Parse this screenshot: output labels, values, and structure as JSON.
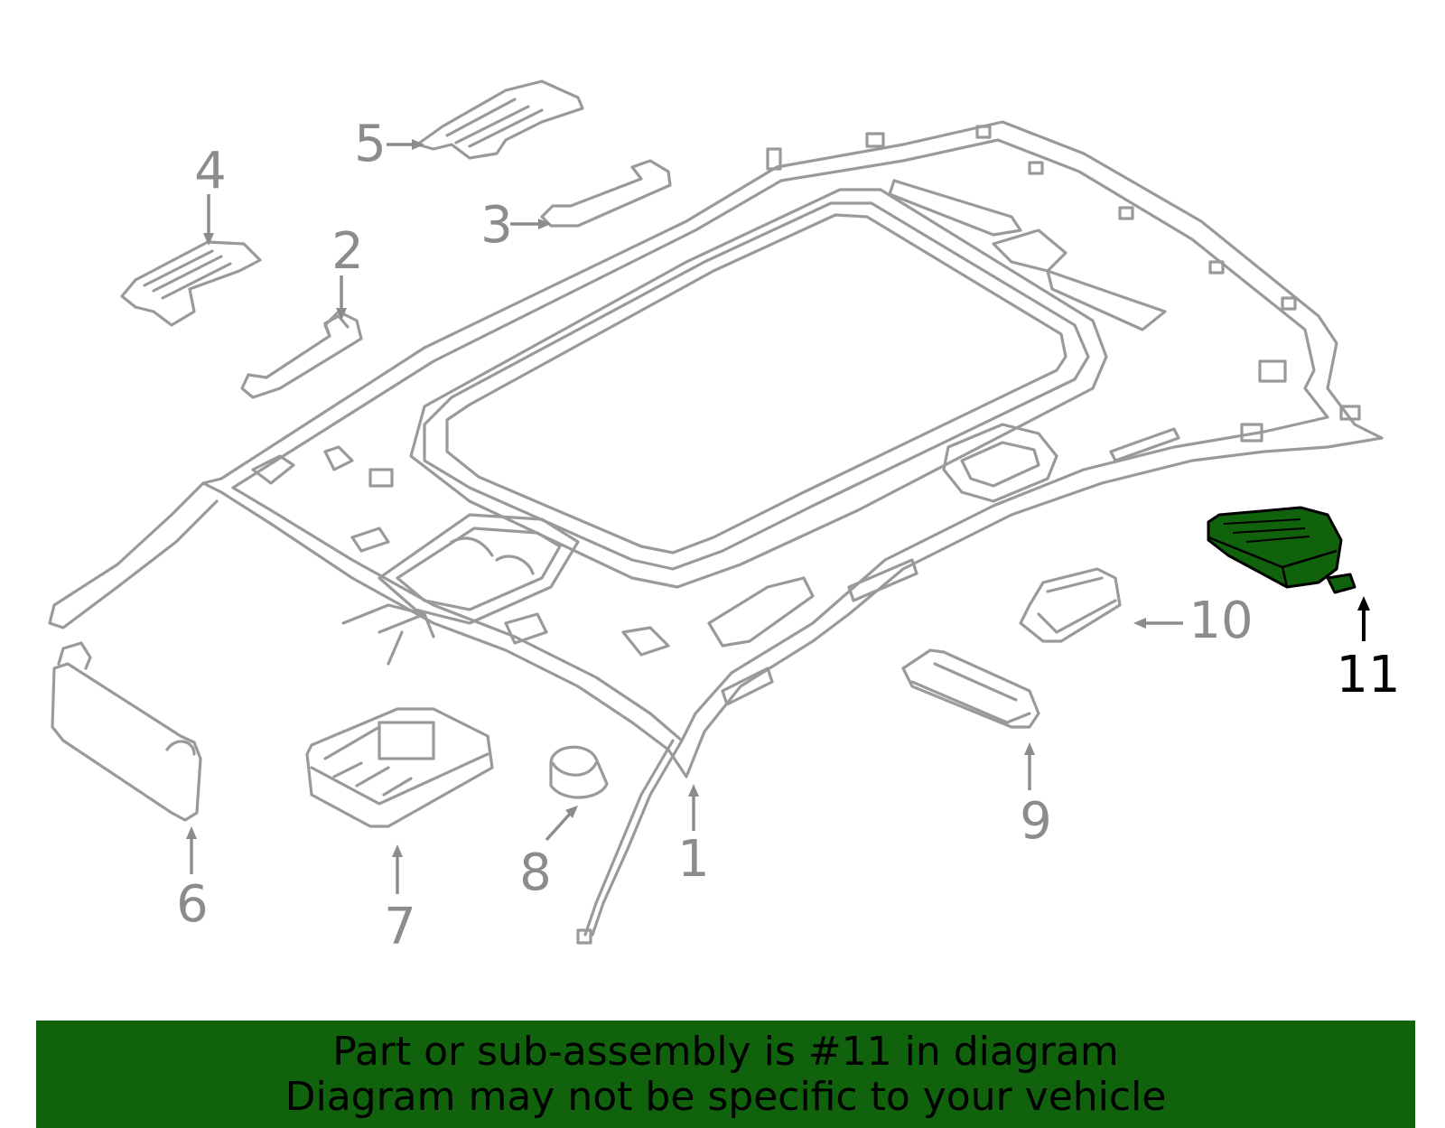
{
  "callouts": [
    {
      "id": "1",
      "label": "1"
    },
    {
      "id": "2",
      "label": "2"
    },
    {
      "id": "3",
      "label": "3"
    },
    {
      "id": "4",
      "label": "4"
    },
    {
      "id": "5",
      "label": "5"
    },
    {
      "id": "6",
      "label": "6"
    },
    {
      "id": "7",
      "label": "7"
    },
    {
      "id": "8",
      "label": "8"
    },
    {
      "id": "9",
      "label": "9"
    },
    {
      "id": "10",
      "label": "10"
    },
    {
      "id": "11",
      "label": "11"
    }
  ],
  "highlighted_part": "11",
  "colors": {
    "highlight": "#11620d",
    "outline": "#9a9a9a",
    "banner": "#11620d"
  },
  "banner": {
    "line1": "Part or sub-assembly is #11 in diagram",
    "line2": "Diagram may not be specific to your vehicle"
  }
}
